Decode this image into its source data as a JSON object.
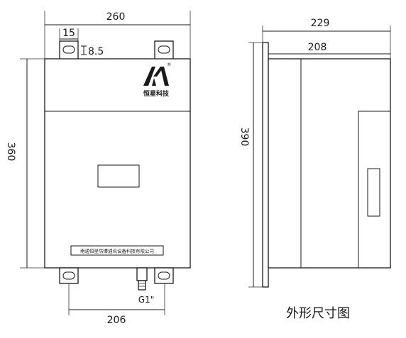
{
  "front_view": {
    "width_label": "260",
    "tab_width_label": "15",
    "slot_label": "8.5",
    "height_label": "360",
    "mount_spacing_label": "206",
    "gland_label": "G1\"",
    "brand_text": "恒星科技",
    "registered_mark": "®",
    "nameplate_text": "南通恒星防爆通讯设备科技有限公司"
  },
  "side_view": {
    "depth_label": "229",
    "body_depth_label": "208",
    "height_label": "390"
  },
  "caption": "外形尺寸图"
}
